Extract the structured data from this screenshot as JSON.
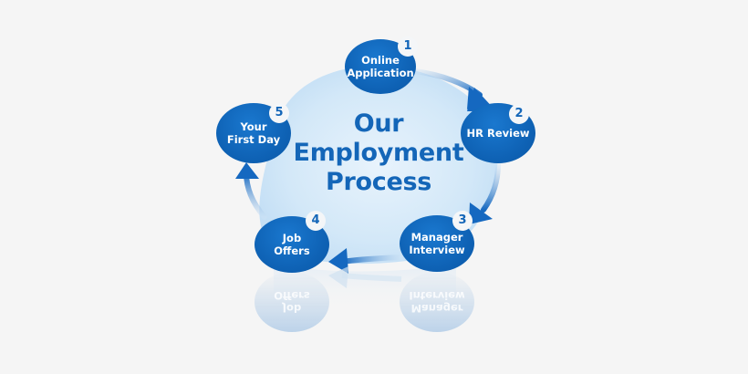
{
  "diagram": {
    "title_lines": [
      "Our",
      "Employment",
      "Process"
    ],
    "steps": [
      {
        "number": "1",
        "label": "Online\nApplication"
      },
      {
        "number": "2",
        "label": "HR Review"
      },
      {
        "number": "3",
        "label": "Manager\nInterview"
      },
      {
        "number": "4",
        "label": "Job\nOffers"
      },
      {
        "number": "5",
        "label": "Your\nFirst Day"
      }
    ],
    "flow": [
      "1 → 2",
      "2 → 3",
      "3 → 4",
      "4 → 5"
    ],
    "colors": {
      "node_blue": "#0f63b6",
      "title_blue": "#1466b8",
      "glow": "#d6e9f8",
      "background": "#f5f5f5"
    }
  }
}
